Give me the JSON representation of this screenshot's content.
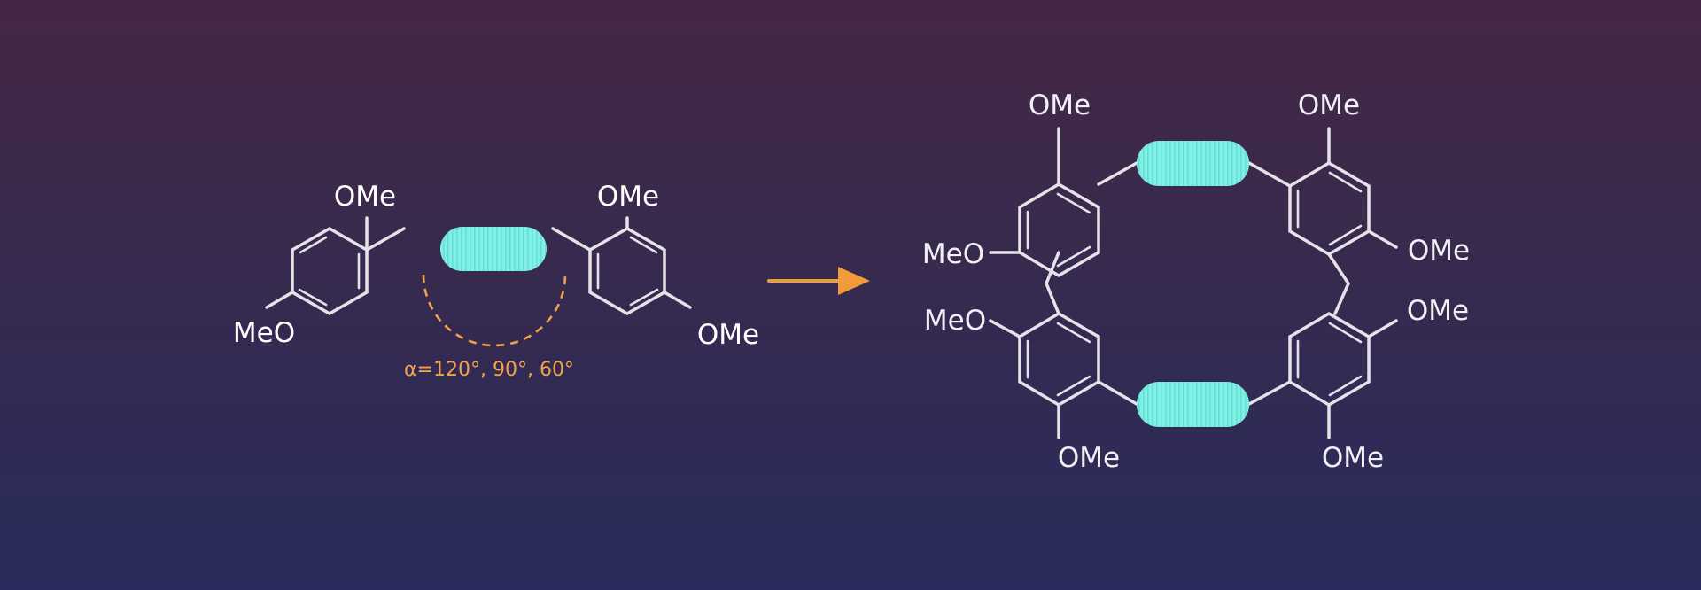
{
  "monomer": {
    "substituent_top_left": "OMe",
    "substituent_top_right": "OMe",
    "substituent_left": "MeO",
    "substituent_right": "OMe",
    "angle_label": "α=120°, 90°, 60°"
  },
  "macrocycle": {
    "top_left": "OMe",
    "top_right": "OMe",
    "upper_left": "MeO",
    "upper_right": "OMe",
    "lower_left": "MeO",
    "lower_right": "OMe",
    "bottom_left": "OMe",
    "bottom_right": "OMe"
  },
  "colors": {
    "linker": "#7ef0e6",
    "arrow": "#f39b3c",
    "bond": "#e6e2ea"
  },
  "icons": [
    "reaction-arrow-icon",
    "linker-capsule-icon"
  ]
}
